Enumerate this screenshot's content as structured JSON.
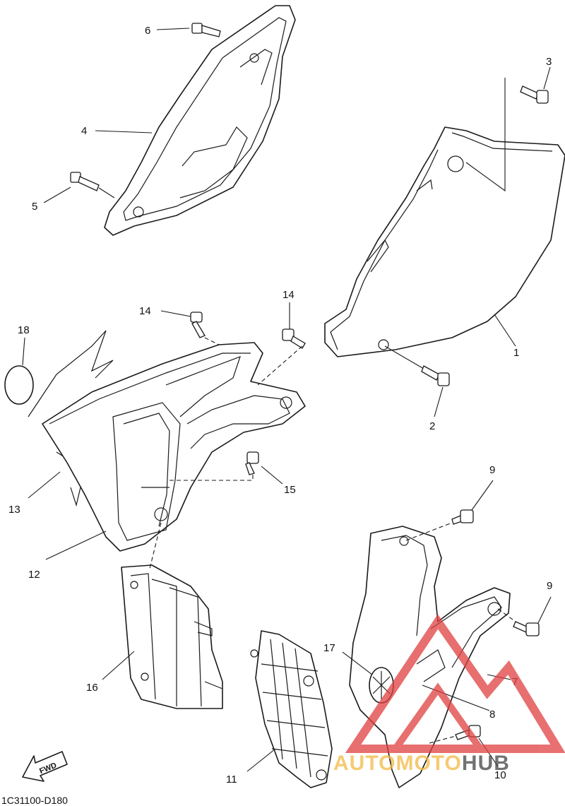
{
  "callouts": {
    "c1": "1",
    "c2": "2",
    "c3": "3",
    "c4": "4",
    "c5": "5",
    "c6": "6",
    "c7": "7",
    "c8": "8",
    "c9a": "9",
    "c9b": "9",
    "c10": "10",
    "c11": "11",
    "c12": "12",
    "c13": "13",
    "c14a": "14",
    "c14b": "14",
    "c15": "15",
    "c16": "16",
    "c17": "17",
    "c18": "18"
  },
  "direction_label": "FWD",
  "diagram_code": "1C31100-D180",
  "watermark": {
    "part_a": "AUTOMOTO",
    "part_b": "HUB",
    "color_a": "#f4b942",
    "color_b": "#444444",
    "logo_color": "#e04040"
  }
}
